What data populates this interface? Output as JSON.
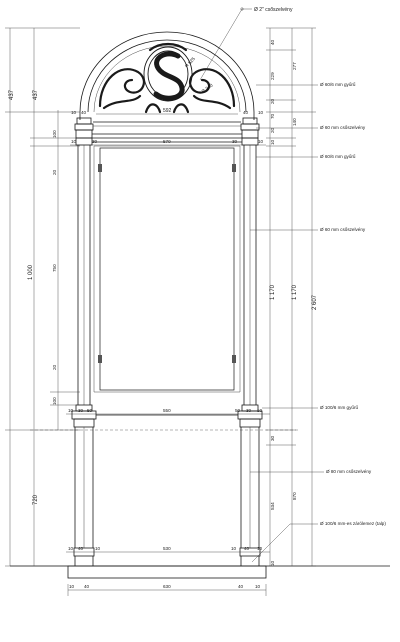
{
  "callouts": {
    "arch_pipe": "Ø 2\" csőszelvény",
    "ring_60_6_top": "Ø 60/6 mm gyűrű",
    "pipe_60": "Ø 60 mm csőszelvény",
    "ring_60_6_mid": "Ø 60/6 mm gyűrű",
    "pipe_60_side": "Ø 60 mm csőszelvény",
    "ring_100_6": "Ø 100/6 mm gyűrű",
    "pipe_80": "Ø 80 mm csőszelvény",
    "base_plate": "Ø 100/6 mm-es zárólemez (talp)"
  },
  "left_dims": {
    "total_upper": "437",
    "arch": "437",
    "section_a": "100",
    "section_b": "20",
    "window": "750",
    "section_c": "20",
    "section_d": "100",
    "lower": "720",
    "height_1000": "1 000"
  },
  "right_dims": {
    "r1": "40",
    "r2": "229",
    "r3": "277",
    "r4": "20",
    "r5": "70",
    "r6": "20",
    "r7": "140",
    "r8": "10",
    "tall_1170a": "1 170",
    "tall_1170b": "1 170",
    "total": "2 607",
    "r9": "30",
    "r10": "534",
    "r11": "870",
    "r12": "10"
  },
  "horiz_dims": {
    "arch_width": "592",
    "upper_left_10": "10",
    "upper_left_40": "40",
    "upper_right_40": "40",
    "upper_right_10": "10",
    "band1_l10": "10",
    "band1_l30": "30",
    "band1_570": "570",
    "band1_r30": "30",
    "band1_r10": "10",
    "mid_l10": "10",
    "mid_l30": "30",
    "mid_l50": "50",
    "mid_550": "550",
    "mid_r50": "50",
    "mid_r30": "30",
    "mid_r10": "10",
    "base_l10": "10",
    "base_l40": "40",
    "base_l10b": "10",
    "base_530": "530",
    "base_r10": "10",
    "base_r40": "40",
    "base_r10b": "10",
    "foot_l10": "10",
    "foot_l40": "40",
    "foot_630": "630",
    "foot_r40": "40",
    "foot_r10": "10"
  },
  "arch_labels": {
    "radius_top": "R 525",
    "radius_inner": "R 340"
  }
}
